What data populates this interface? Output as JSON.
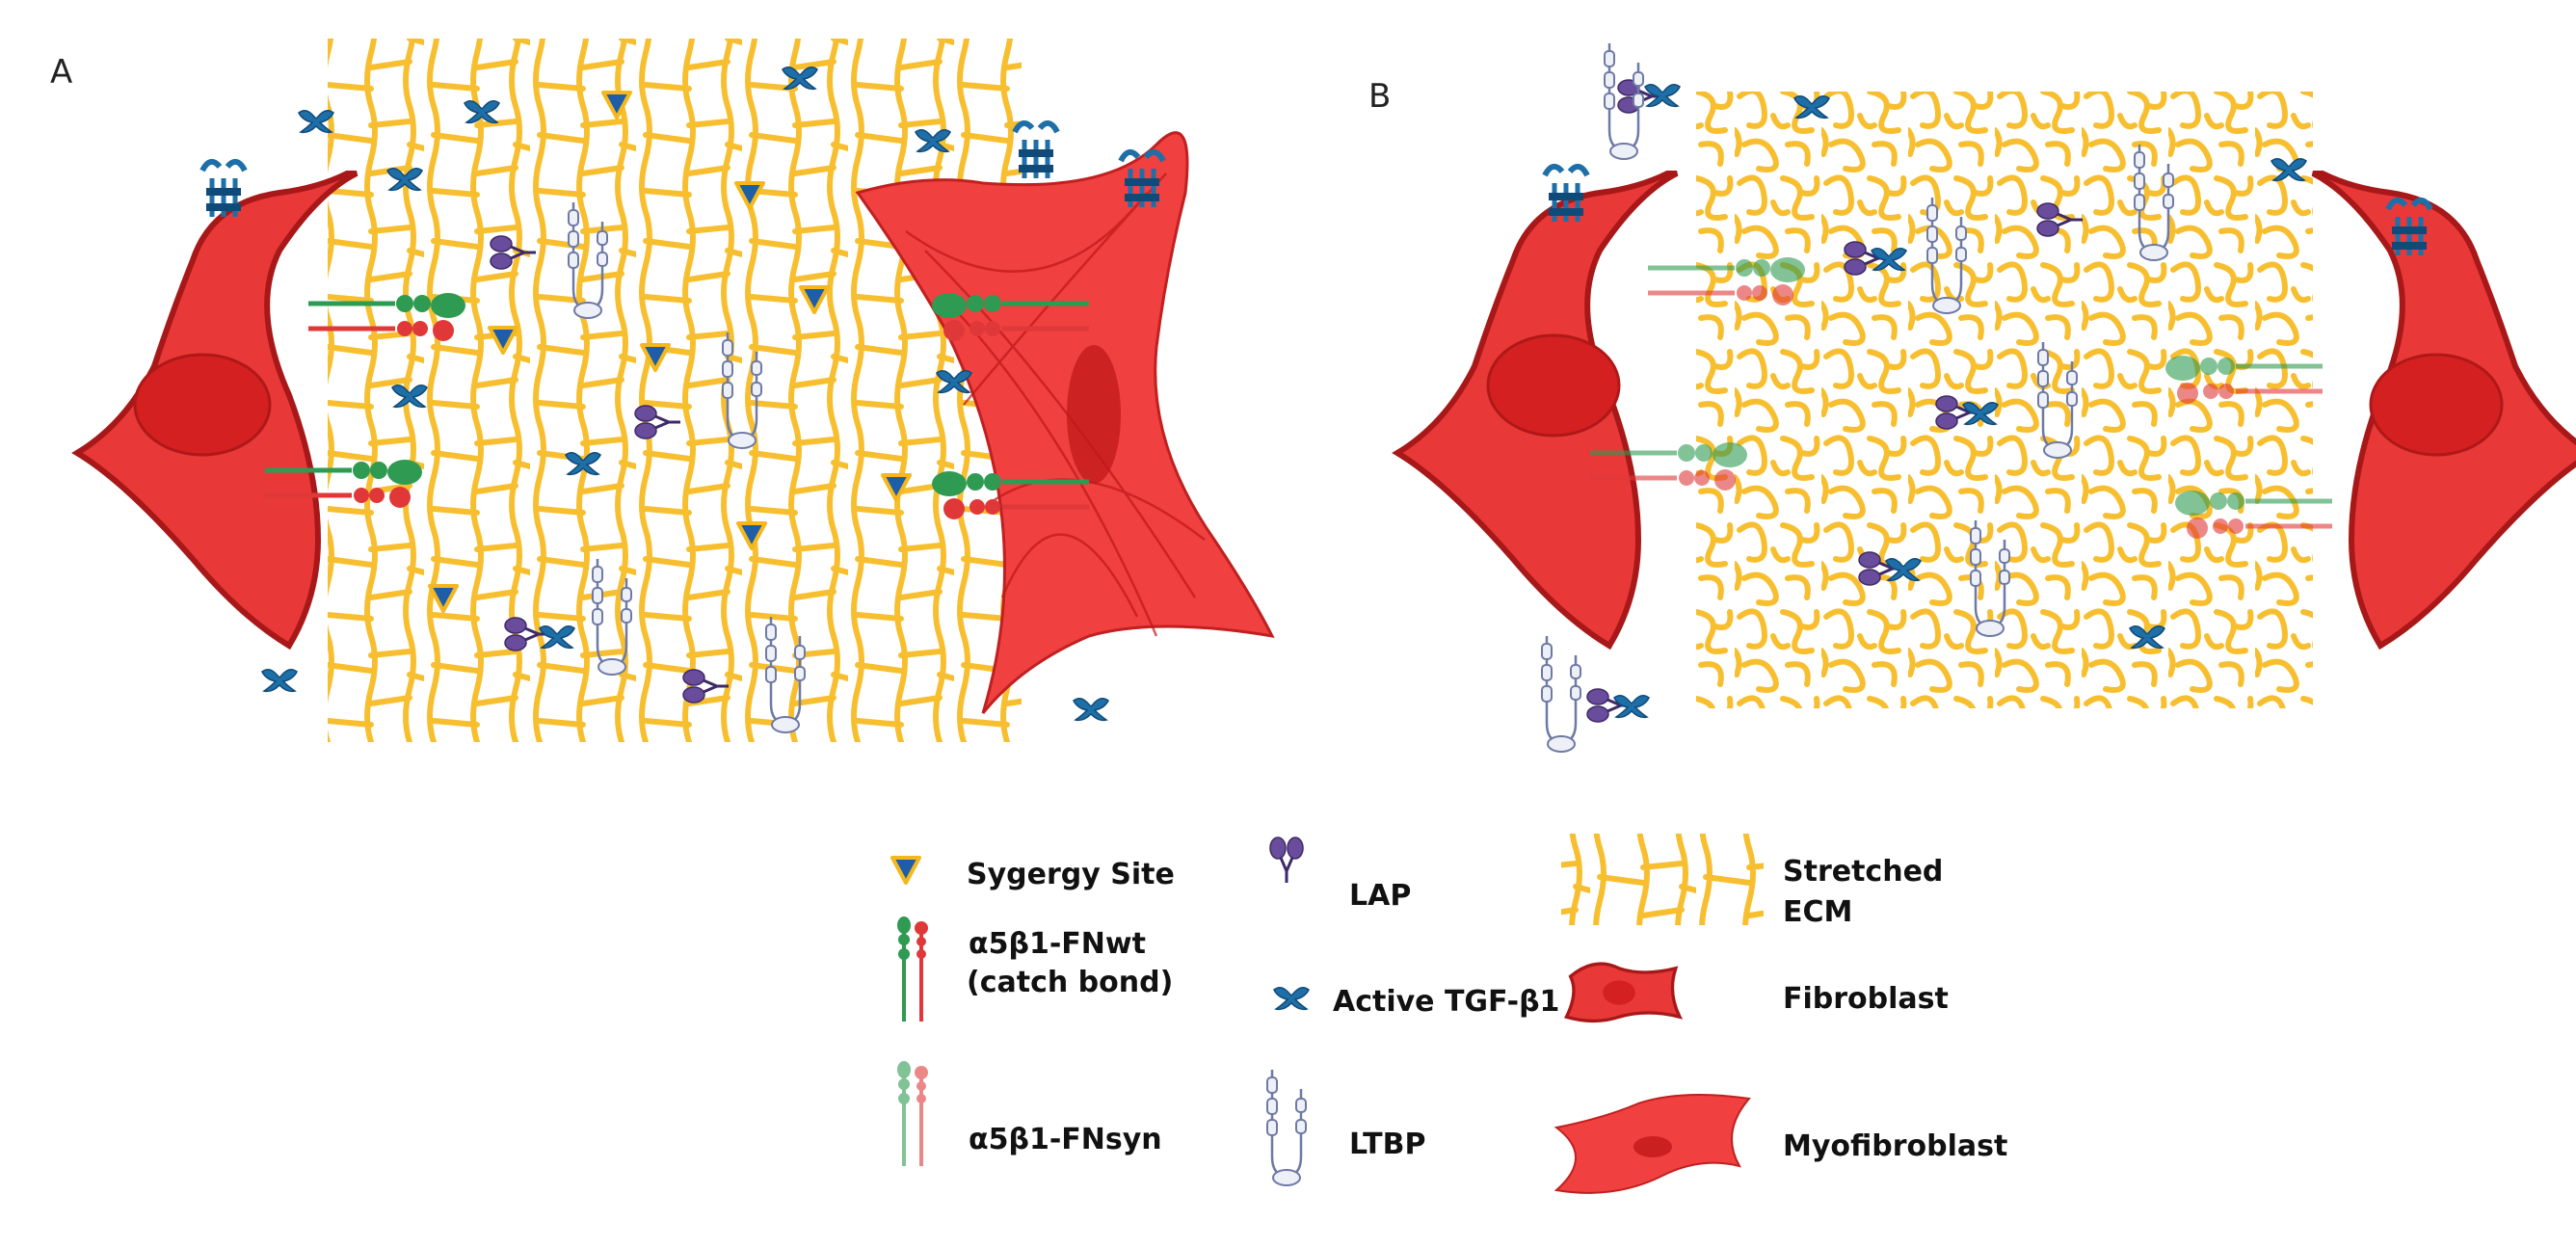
{
  "panels": {
    "a": "A",
    "b": "B"
  },
  "legend": {
    "synergy_site": "Sygergy Site",
    "fn_wt_line1": "α5β1-FNwt",
    "fn_wt_line2": "(catch bond)",
    "fn_syn": "α5β1-FNsyn",
    "lap": "LAP",
    "active_tgf": "Active TGF-β1",
    "ltbp": "LTBP",
    "ecm_line1": "Stretched",
    "ecm_line2": "ECM",
    "fibroblast": "Fibroblast",
    "myofibroblast": "Myofibroblast"
  },
  "colors": {
    "cell_red": "#e83838",
    "cell_dark": "#a81818",
    "nucleus": "#d42020",
    "ecm_yellow": "#f7bf30",
    "tgf_blue": "#1e6fa8",
    "lap_purple": "#6a4c9c",
    "ltbp_grey": "#8a94b8",
    "integrin_green": "#2e9a52",
    "integrin_red": "#e03838",
    "synergy_blue": "#1e5ea8",
    "synergy_yellow": "#f4b81c"
  }
}
